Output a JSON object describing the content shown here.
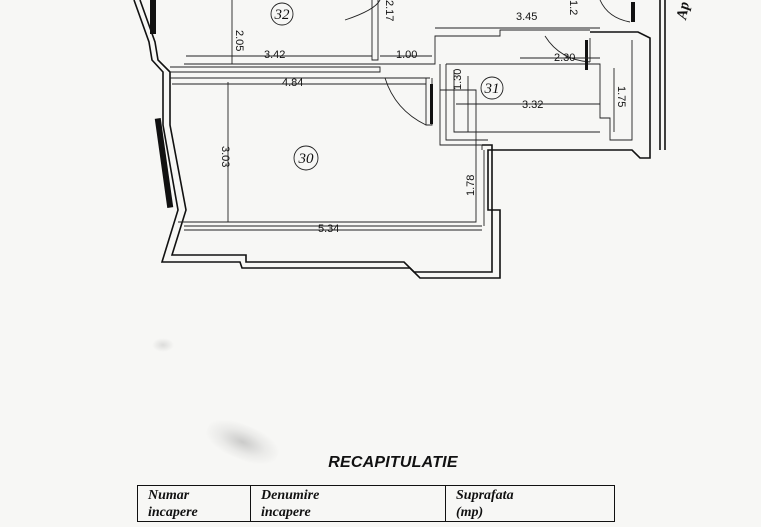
{
  "plan": {
    "rooms": [
      {
        "id": "30",
        "label": "30"
      },
      {
        "id": "31",
        "label": "31"
      },
      {
        "id": "32",
        "label": "32"
      }
    ],
    "dimensions": {
      "d_205": "2.05",
      "d_342": "3.42",
      "d_100": "1.00",
      "d_345": "3.45",
      "d_230": "2.30",
      "d_484": "4.84",
      "d_130": "1.30",
      "d_332": "3.32",
      "d_175": "1.75",
      "d_303": "3.03",
      "d_178": "1.78",
      "d_534": "5.34",
      "d_217": "2.17",
      "d_12": "1.2"
    },
    "edge_text": "Ap"
  },
  "recap": {
    "title": "RECAPITULATIE",
    "columns": [
      {
        "line1": "Numar",
        "line2": "incapere"
      },
      {
        "line1": "Denumire",
        "line2": "incapere"
      },
      {
        "line1": "Suprafata",
        "line2": "(mp)"
      }
    ]
  }
}
